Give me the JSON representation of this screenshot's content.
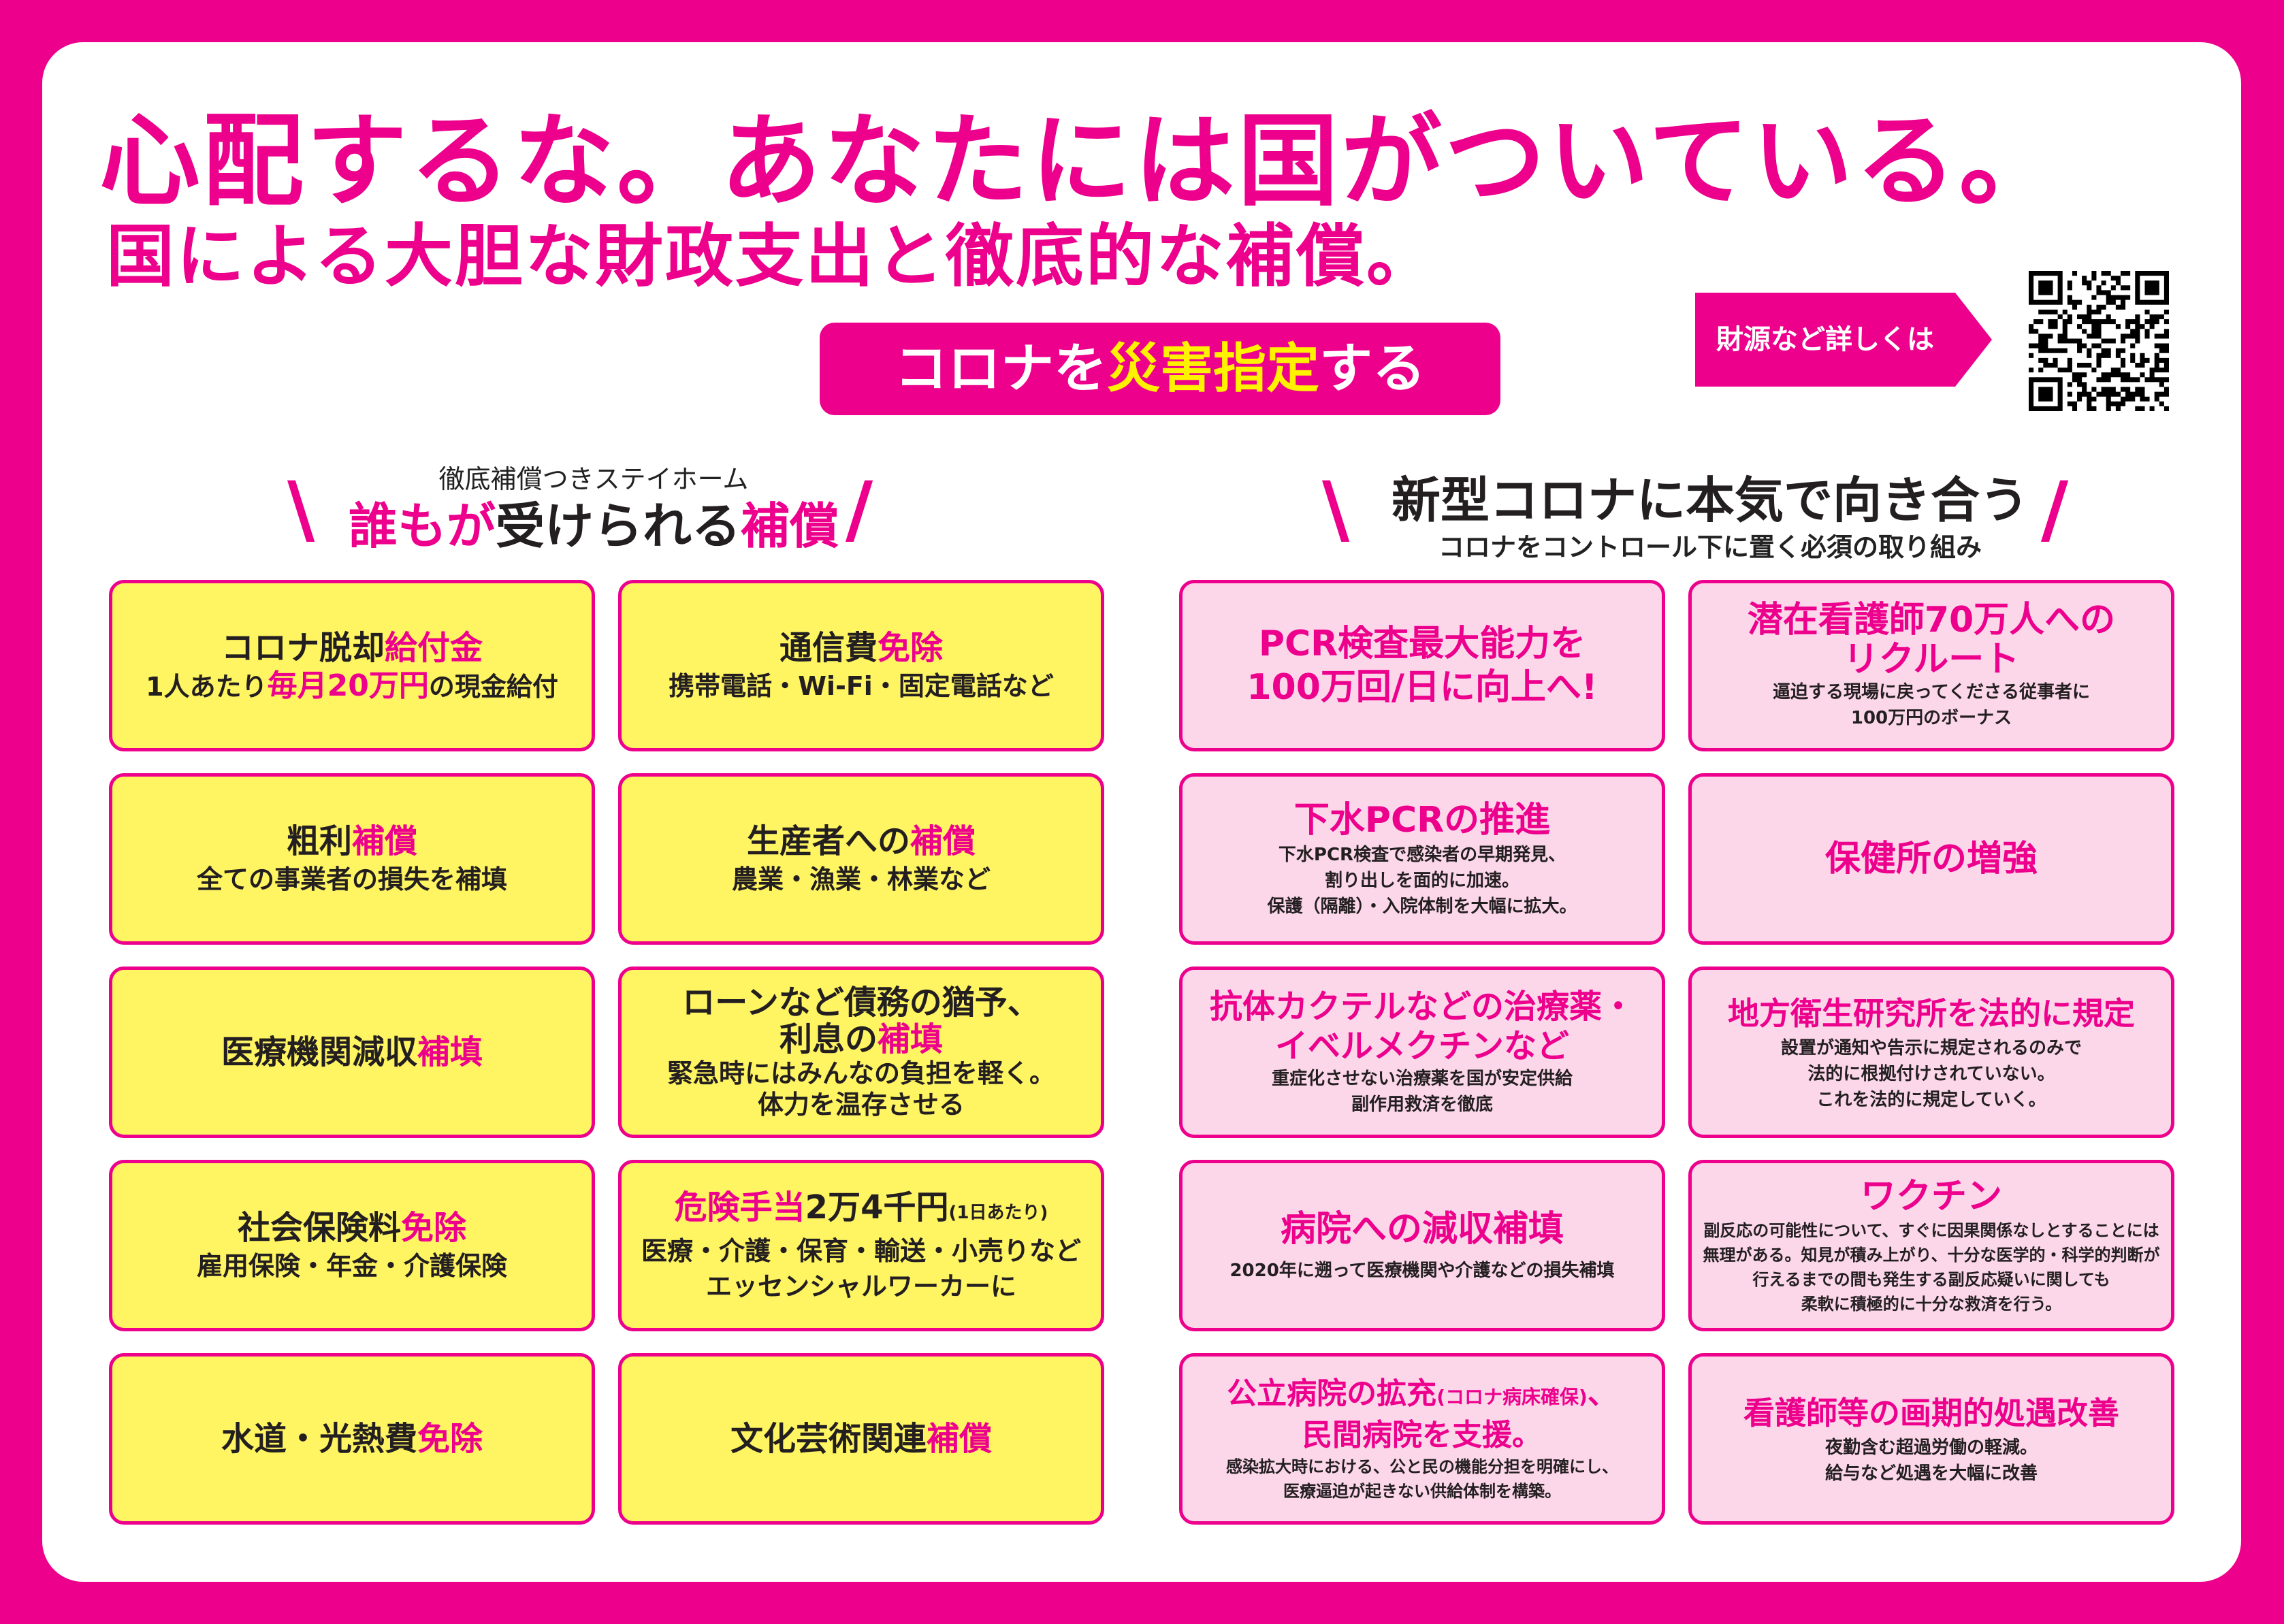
{
  "colors": {
    "magenta": "#ec008c",
    "yellow": "#fff200",
    "yellow_card": "#fff462",
    "pink_card": "#fcd7ea"
  },
  "headline": "心配するな。あなたには国がついている。",
  "subheadline": "国による大胆な財政支出と徹底的な補償。",
  "disaster_button": {
    "a": "コロナを",
    "b": "災害指定",
    "c": "する"
  },
  "details_button": "財源など詳しくは",
  "qr_icon": "qr-code-icon",
  "left_section": {
    "small": "徹底補償つきステイホーム",
    "big_a": "誰もが",
    "big_b": "受けられる",
    "big_c": "補償"
  },
  "right_section": {
    "big": "新型コロナに本気で向き合う",
    "small": "コロナをコントロール下に置く必須の取り組み"
  },
  "left_cards": [
    {
      "t1": "コロナ脱却",
      "t2": "給付金",
      "s1": "1人あたり",
      "s2": "毎月20万円",
      "s3": "の現金給付"
    },
    {
      "t1": "通信費",
      "t2": "免除",
      "s1": "携帯電話・Wi-Fi・固定電話など"
    },
    {
      "t1": "粗利",
      "t2": "補償",
      "s1": "全ての事業者の損失を補填"
    },
    {
      "t1": "生産者への",
      "t2": "補償",
      "s1": "農業・漁業・林業など"
    },
    {
      "t1": "医療機関減収",
      "t2": "補填"
    },
    {
      "l1": "ローンなど債務の猶予、",
      "l2a": "利息の",
      "l2b": "補填",
      "l3": "緊急時にはみんなの負担を軽く。",
      "l4": "体力を温存させる"
    },
    {
      "t1": "社会保険料",
      "t2": "免除",
      "s1": "雇用保険・年金・介護保険"
    },
    {
      "t1": "危険手当",
      "t2": "2万4千円",
      "t3": "(1日あたり)",
      "s1": "医療・介護・保育・輸送・小売りなど",
      "s2": "エッセンシャルワーカーに"
    },
    {
      "t1": "水道・光熱費",
      "t2": "免除"
    },
    {
      "t1": "文化芸術関連",
      "t2": "補償"
    }
  ],
  "right_cards": [
    {
      "t1": "PCR検査最大能力を",
      "t2": "100万回/日に向上へ!"
    },
    {
      "t1": "潜在看護師70万人への",
      "t2": "リクルート",
      "s1": "逼迫する現場に戻ってくださる従事者に",
      "s2": "100万円のボーナス"
    },
    {
      "t1": "下水PCRの推進",
      "s1": "下水PCR検査で感染者の早期発見、",
      "s2": "割り出しを面的に加速。",
      "s3": "保護（隔離）・入院体制を大幅に拡大。"
    },
    {
      "t1": "保健所の増強"
    },
    {
      "t1": "抗体カクテルなどの治療薬・",
      "t2": "イベルメクチンなど",
      "s1": "重症化させない治療薬を国が安定供給",
      "s2": "副作用救済を徹底"
    },
    {
      "t1": "地方衛生研究所を法的に規定",
      "s1": "設置が通知や告示に規定されるのみで",
      "s2": "法的に根拠付けされていない。",
      "s3": "これを法的に規定していく。"
    },
    {
      "t1": "病院への減収補填",
      "s1": "2020年に遡って医療機関や介護などの損失補填"
    },
    {
      "t1": "ワクチン",
      "s1": "副反応の可能性について、すぐに因果関係なしとすることには",
      "s2": "無理がある。知見が積み上がり、十分な医学的・科学的判断が",
      "s3": "行えるまでの間も発生する副反応疑いに関しても",
      "s4": "柔軟に積極的に十分な救済を行う。"
    },
    {
      "t1a": "公立病院の拡充",
      "t1b": "(コロナ病床確保)",
      "t1c": "、",
      "t2": "民間病院を支援。",
      "s1": "感染拡大時における、公と民の機能分担を明確にし、",
      "s2": "医療逼迫が起きない供給体制を構築。"
    },
    {
      "t1": "看護師等の画期的処遇改善",
      "s1": "夜勤含む超過労働の軽減。",
      "s2": "給与など処遇を大幅に改善"
    }
  ]
}
